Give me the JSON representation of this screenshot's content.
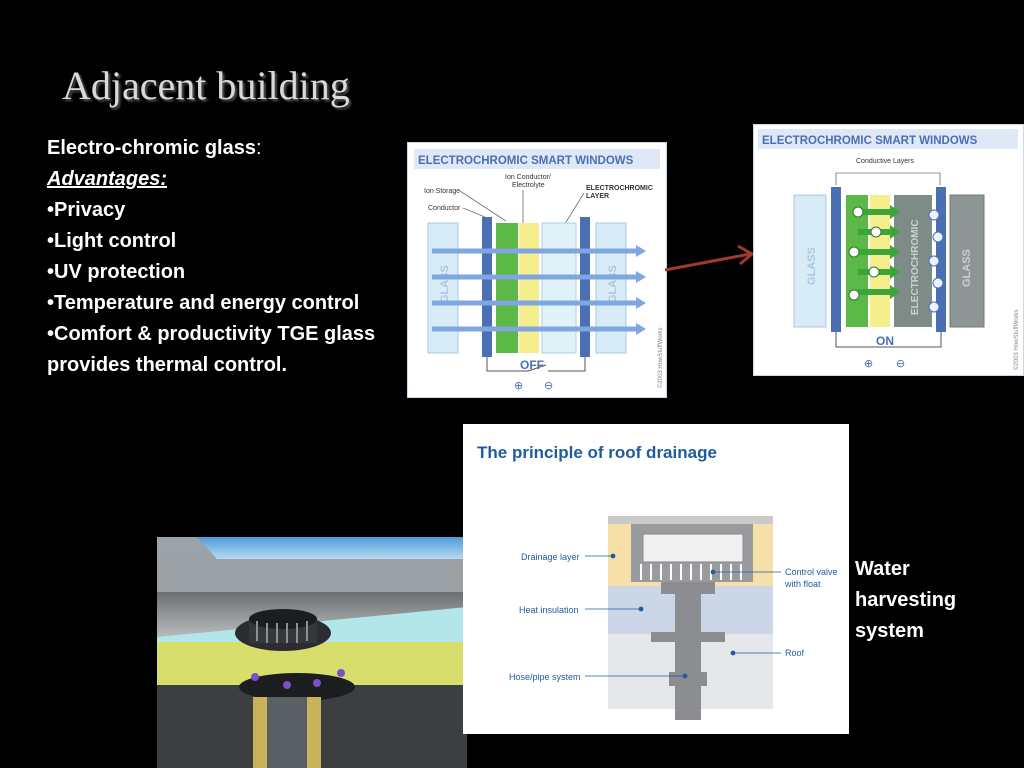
{
  "slide": {
    "title": "Adjacent building",
    "lead": "Electro-chromic glass",
    "lead_colon": ":",
    "advantages_label": "Advantages:",
    "items": [
      "Privacy",
      "Light control",
      "UV protection",
      "Temperature and energy control",
      "Comfort  & productivity TGE glass provides thermal control."
    ],
    "water_label": "Water harvesting system"
  },
  "ec_off": {
    "header": "ELECTROCHROMIC SMART WINDOWS",
    "ion_storage": "Ion Storage",
    "conductor": "Conductor",
    "ion_conductor": "Ion Conductor/",
    "electrolyte": "Electrolyte",
    "ec_layer_1": "ELECTROCHROMIC",
    "ec_layer_2": "LAYER",
    "glass": "GLASS",
    "state": "OFF",
    "plus": "⊕",
    "minus": "⊖",
    "credit": "©2003 HowStuffWorks"
  },
  "ec_on": {
    "header": "ELECTROCHROMIC SMART WINDOWS",
    "conductive_layers": "Conductive Layers",
    "glass": "GLASS",
    "ec_vertical": "ELECTROCHROMIC",
    "state": "ON",
    "plus": "⊕",
    "minus": "⊖",
    "credit": "©2003 HowStuffWorks"
  },
  "roof": {
    "header": "The principle of roof drainage",
    "drainage_layer": "Drainage layer",
    "heat_insulation": "Heat insulation",
    "hose": "Hose/pipe system",
    "control_valve_1": "Control valve",
    "control_valve_2": "with float",
    "roof_label": "Roof"
  },
  "colors": {
    "accent_red": "#a3382b",
    "panel_blue": "#4a6fb3",
    "roof_title": "#1f5c9e"
  }
}
